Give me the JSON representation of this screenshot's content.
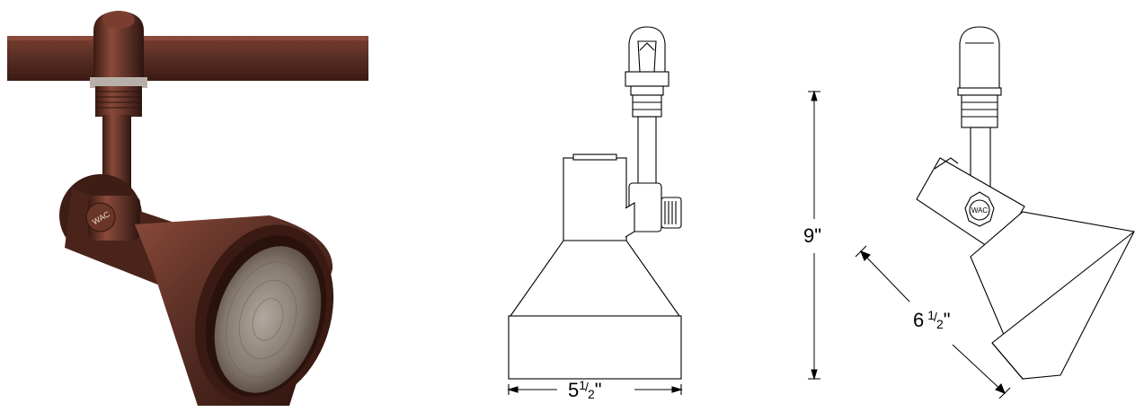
{
  "photo": {
    "logo_text": "WAC",
    "finish_color": "#5a2f25",
    "finish_highlight": "#8a4a3a",
    "finish_shadow": "#2e1510"
  },
  "front_view": {
    "width_label": {
      "whole": "5",
      "num": "1",
      "den": "2",
      "unit": "\""
    }
  },
  "height_dimension": {
    "label": "9\""
  },
  "side_view": {
    "logo_text": "WAC",
    "depth_label": {
      "whole": "6",
      "num": "1",
      "den": "2",
      "unit": "\""
    }
  },
  "line_color": "#000000"
}
